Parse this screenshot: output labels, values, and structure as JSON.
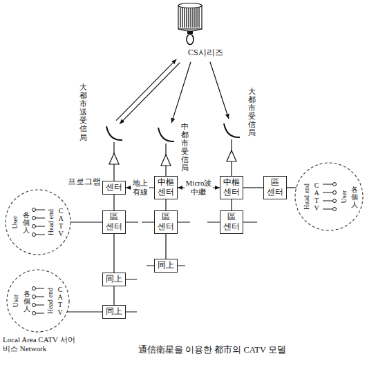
{
  "diagram": {
    "caption": "通信衛星을 이용한 都市의 CATV 모델",
    "nodes": [
      {
        "text": [
          "CS시리즈"
        ]
      },
      {
        "text": [
          "大都市送受信局"
        ]
      },
      {
        "text": [
          "中都市受信局"
        ]
      },
      {
        "text": [
          "大都市受信局"
        ]
      },
      {
        "text": [
          "프로그램",
          "센터"
        ]
      },
      {
        "text": [
          "中樞 센터"
        ]
      },
      {
        "text": [
          "中樞 센터"
        ]
      },
      {
        "text": [
          "區 센터"
        ]
      },
      {
        "text": [
          "同上"
        ]
      },
      {
        "text": [
          "同上"
        ]
      },
      {
        "text": [
          "區 센터"
        ]
      },
      {
        "text": [
          "同上"
        ]
      },
      {
        "text": [
          "區 센터"
        ]
      },
      {
        "text": [
          "區 센터"
        ]
      },
      {
        "text": [
          "User",
          "各個人",
          "Head end",
          "CATV"
        ]
      },
      {
        "text": [
          "User",
          "各個人",
          "Head end",
          "CATV"
        ]
      },
      {
        "text": [
          "Head end",
          "CATV",
          "User",
          "各個人"
        ]
      }
    ],
    "edges": [
      {
        "from": 0,
        "to": 1,
        "arrow": "both"
      },
      {
        "from": 0,
        "to": 2,
        "arrow": "to"
      },
      {
        "from": 0,
        "to": 3,
        "arrow": "to"
      },
      {
        "from": 1,
        "to": 4,
        "arrow": "none"
      },
      {
        "from": 2,
        "to": 5,
        "arrow": "none"
      },
      {
        "from": 3,
        "to": 6,
        "arrow": "none"
      },
      {
        "from": 5,
        "to": 4,
        "label": "地上 有線",
        "arrow": "to"
      },
      {
        "from": 5,
        "to": 6,
        "label": "Micro波 中繼",
        "arrow": "both"
      },
      {
        "from": 6,
        "to": 12,
        "arrow": "none"
      },
      {
        "from": 4,
        "to": 7,
        "arrow": "none"
      },
      {
        "from": 7,
        "to": 8,
        "arrow": "none"
      },
      {
        "from": 8,
        "to": 9,
        "arrow": "none"
      },
      {
        "from": 5,
        "to": 10,
        "arrow": "none"
      },
      {
        "from": 10,
        "to": 11,
        "arrow": "none"
      },
      {
        "from": 6,
        "to": 13,
        "arrow": "none"
      },
      {
        "from": 7,
        "to": 14,
        "arrow": "none"
      },
      {
        "from": 9,
        "to": 15,
        "arrow": "none"
      },
      {
        "from": 12,
        "to": 16,
        "arrow": "none"
      }
    ],
    "labels": [
      "Local Area CATV 서어비스 Network"
    ]
  }
}
